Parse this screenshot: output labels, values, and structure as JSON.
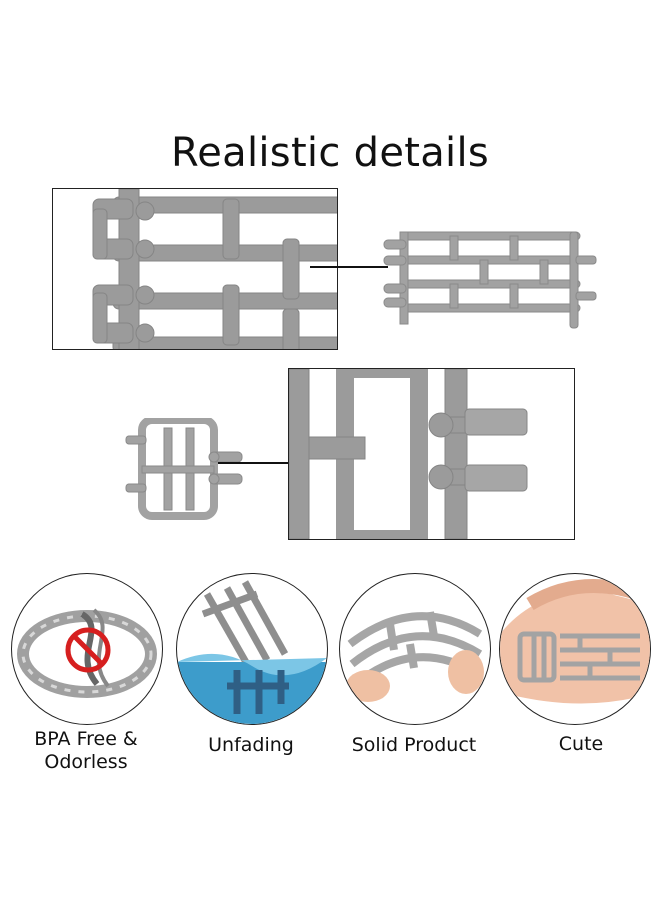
{
  "title": "Realistic details",
  "features": [
    {
      "label": "BPA Free &\nOdorless",
      "icon": "bpa-free-fence-icon"
    },
    {
      "label": "Unfading",
      "icon": "water-splash-fence-icon"
    },
    {
      "label": "Solid Product",
      "icon": "bent-fence-hand-icon"
    },
    {
      "label": "Cute",
      "icon": "fence-in-palm-icon"
    }
  ],
  "colors": {
    "fence": "#9a9a9a",
    "fence_dark": "#7d7d7d",
    "water": "#2a8fc0",
    "skin": "#f1c2a8"
  }
}
